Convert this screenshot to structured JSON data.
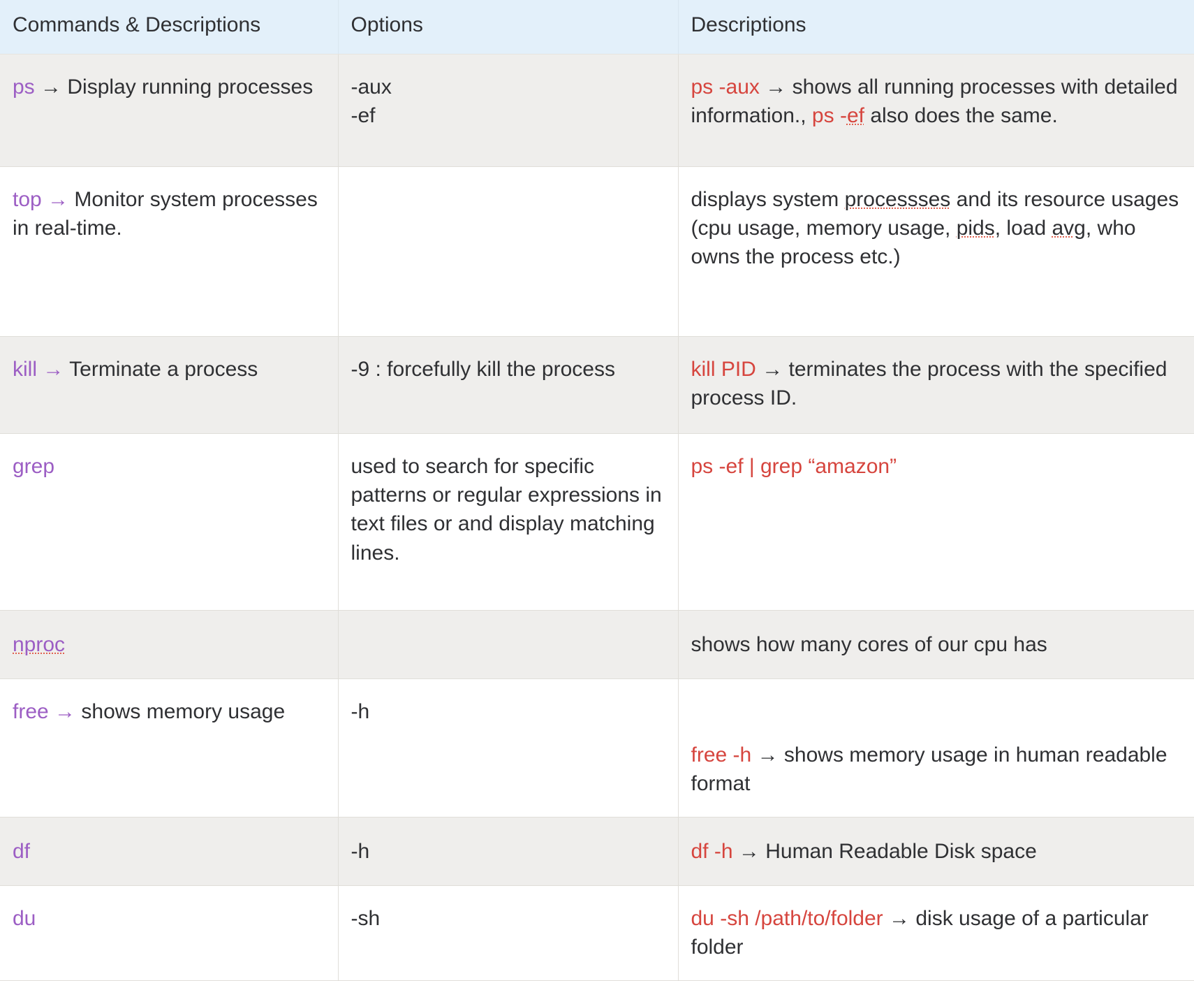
{
  "table": {
    "headers": [
      "Commands & Descriptions",
      "Options",
      "Descriptions"
    ],
    "colors": {
      "header_background": "#e3f0fa",
      "shaded_row_background": "#efeeec",
      "plain_row_background": "#ffffff",
      "command_purple": "#9c5ec4",
      "code_red": "#d6453e",
      "body_text": "#2f3033",
      "spellcheck_underline": "#e0604f",
      "border": "#e0ded9"
    },
    "rows": [
      {
        "command": "ps",
        "arrow": "→",
        "command_desc": "Display running processes",
        "options_line1": "-aux",
        "options_line2": "-ef",
        "desc_code1": "ps -aux",
        "desc_arrow": "→",
        "desc_text1": "shows all running processes with detailed information.,",
        "desc_code2_prefix": "ps -",
        "desc_code2_spell": "ef",
        "desc_text2": "also does the same."
      },
      {
        "command": "top",
        "arrow": "→",
        "command_desc": "Monitor system processes in real-time.",
        "options": "",
        "desc_t1": "displays system",
        "desc_spell1": "processses",
        "desc_t2": "and its resource usages (cpu usage, memory usage,",
        "desc_spell2": "pids",
        "desc_t3": ", load",
        "desc_spell3": "avg",
        "desc_t4": ", who owns the process etc.)"
      },
      {
        "command": "kill",
        "arrow": "→",
        "command_desc": "Terminate a process",
        "options": "-9 : forcefully kill the process",
        "desc_code": "kill PID",
        "desc_arrow": "→",
        "desc_text": "terminates the process with the specified process ID."
      },
      {
        "command": "grep",
        "command_desc": "",
        "options": "used to search for specific patterns or regular expressions in text files or and display matching lines.",
        "desc_code": "ps -ef | grep “amazon”"
      },
      {
        "command": "nproc",
        "command_desc": "",
        "options": "",
        "desc_text": "shows how many cores of our cpu has"
      },
      {
        "command": "free",
        "arrow": "→",
        "command_desc": "shows memory usage",
        "options": "-h",
        "desc_code": "free -h",
        "desc_arrow": "→",
        "desc_text": "shows memory usage in human readable format"
      },
      {
        "command": "df",
        "command_desc": "",
        "options": "-h",
        "desc_code": "df -h",
        "desc_arrow": "→",
        "desc_text": "Human Readable Disk space"
      },
      {
        "command": "du",
        "command_desc": "",
        "options": "-sh",
        "desc_code": "du -sh /path/to/folder",
        "desc_arrow": "→",
        "desc_text": "disk usage of a particular folder"
      }
    ]
  }
}
